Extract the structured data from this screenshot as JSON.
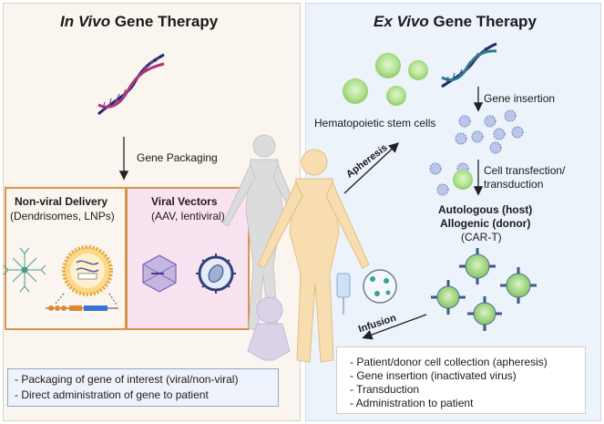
{
  "left": {
    "title_italic": "In Vivo",
    "title_rest": " Gene Therapy",
    "gene_packaging": "Gene Packaging",
    "nonviral": {
      "title": "Non-viral Delivery",
      "subtitle": "(Dendrisomes, LNPs)"
    },
    "viral": {
      "title": "Viral Vectors",
      "subtitle": "(AAV, lentiviral)"
    },
    "notes": [
      "- Packaging of gene of interest (viral/non-viral)",
      "- Direct administration of gene to patient"
    ]
  },
  "right": {
    "title_italic": "Ex Vivo",
    "title_rest": " Gene Therapy",
    "gene_insertion": "Gene insertion",
    "stem_cells": "Hematopoietic stem cells",
    "apheresis": "Apheresis",
    "cell_transfection_1": "Cell transfection/",
    "cell_transfection_2": "transduction",
    "autologous": "Autologous (host)",
    "allogenic": "Allogenic (donor)",
    "cart": "(CAR-T)",
    "infusion": "Infusion",
    "notes": [
      "- Patient/donor cell collection (apheresis)",
      "- Gene insertion (inactivated virus)",
      "- Transduction",
      "- Administration to patient"
    ]
  },
  "colors": {
    "left_bg": "#fbf5ef",
    "right_bg": "#ecf3fb",
    "box_border": "#d4954a",
    "viral_bg": "#f9e3f0",
    "stem_cell": "#a8de86",
    "virus": "#7a78b8",
    "dna_a": "#1b2a6b",
    "dna_b": "#b0327a"
  }
}
